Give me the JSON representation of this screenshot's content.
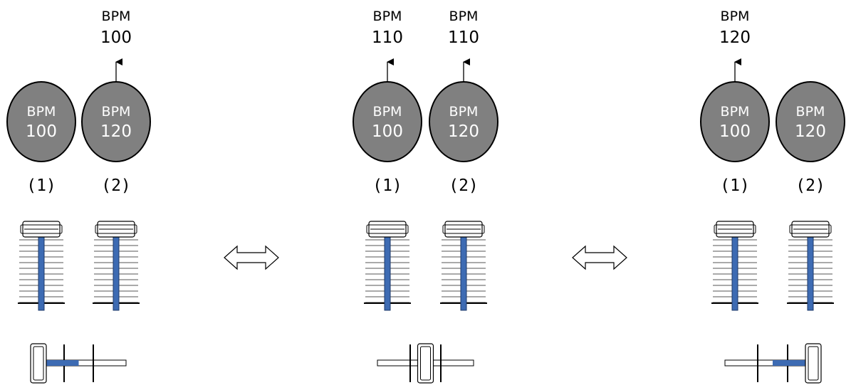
{
  "panels": [
    {
      "id": "left",
      "decks": [
        {
          "channel": "(1)",
          "disc_label": "BPM",
          "disc_bpm": "100",
          "output": true
        },
        {
          "channel": "(2)",
          "disc_label": "BPM",
          "disc_bpm": "120",
          "output": false
        }
      ],
      "outputs": [
        {
          "label": "BPM",
          "value": "100"
        }
      ],
      "crossfader": "left"
    },
    {
      "id": "center",
      "decks": [
        {
          "channel": "(1)",
          "disc_label": "BPM",
          "disc_bpm": "100",
          "output": true
        },
        {
          "channel": "(2)",
          "disc_label": "BPM",
          "disc_bpm": "120",
          "output": true
        }
      ],
      "outputs": [
        {
          "label": "BPM",
          "value": "110"
        },
        {
          "label": "BPM",
          "value": "110"
        }
      ],
      "crossfader": "center"
    },
    {
      "id": "right",
      "decks": [
        {
          "channel": "(1)",
          "disc_label": "BPM",
          "disc_bpm": "100",
          "output": true
        },
        {
          "channel": "(2)",
          "disc_label": "BPM",
          "disc_bpm": "120",
          "output": false
        }
      ],
      "outputs": [
        {
          "label": "BPM",
          "value": "120"
        }
      ],
      "crossfader": "right"
    }
  ],
  "transitions": [
    {
      "icon": "double-arrow-icon"
    },
    {
      "icon": "double-arrow-icon"
    }
  ],
  "colors": {
    "disc_fill": "#808080",
    "fader_blue": "#3d6bb3",
    "line": "#000000"
  }
}
